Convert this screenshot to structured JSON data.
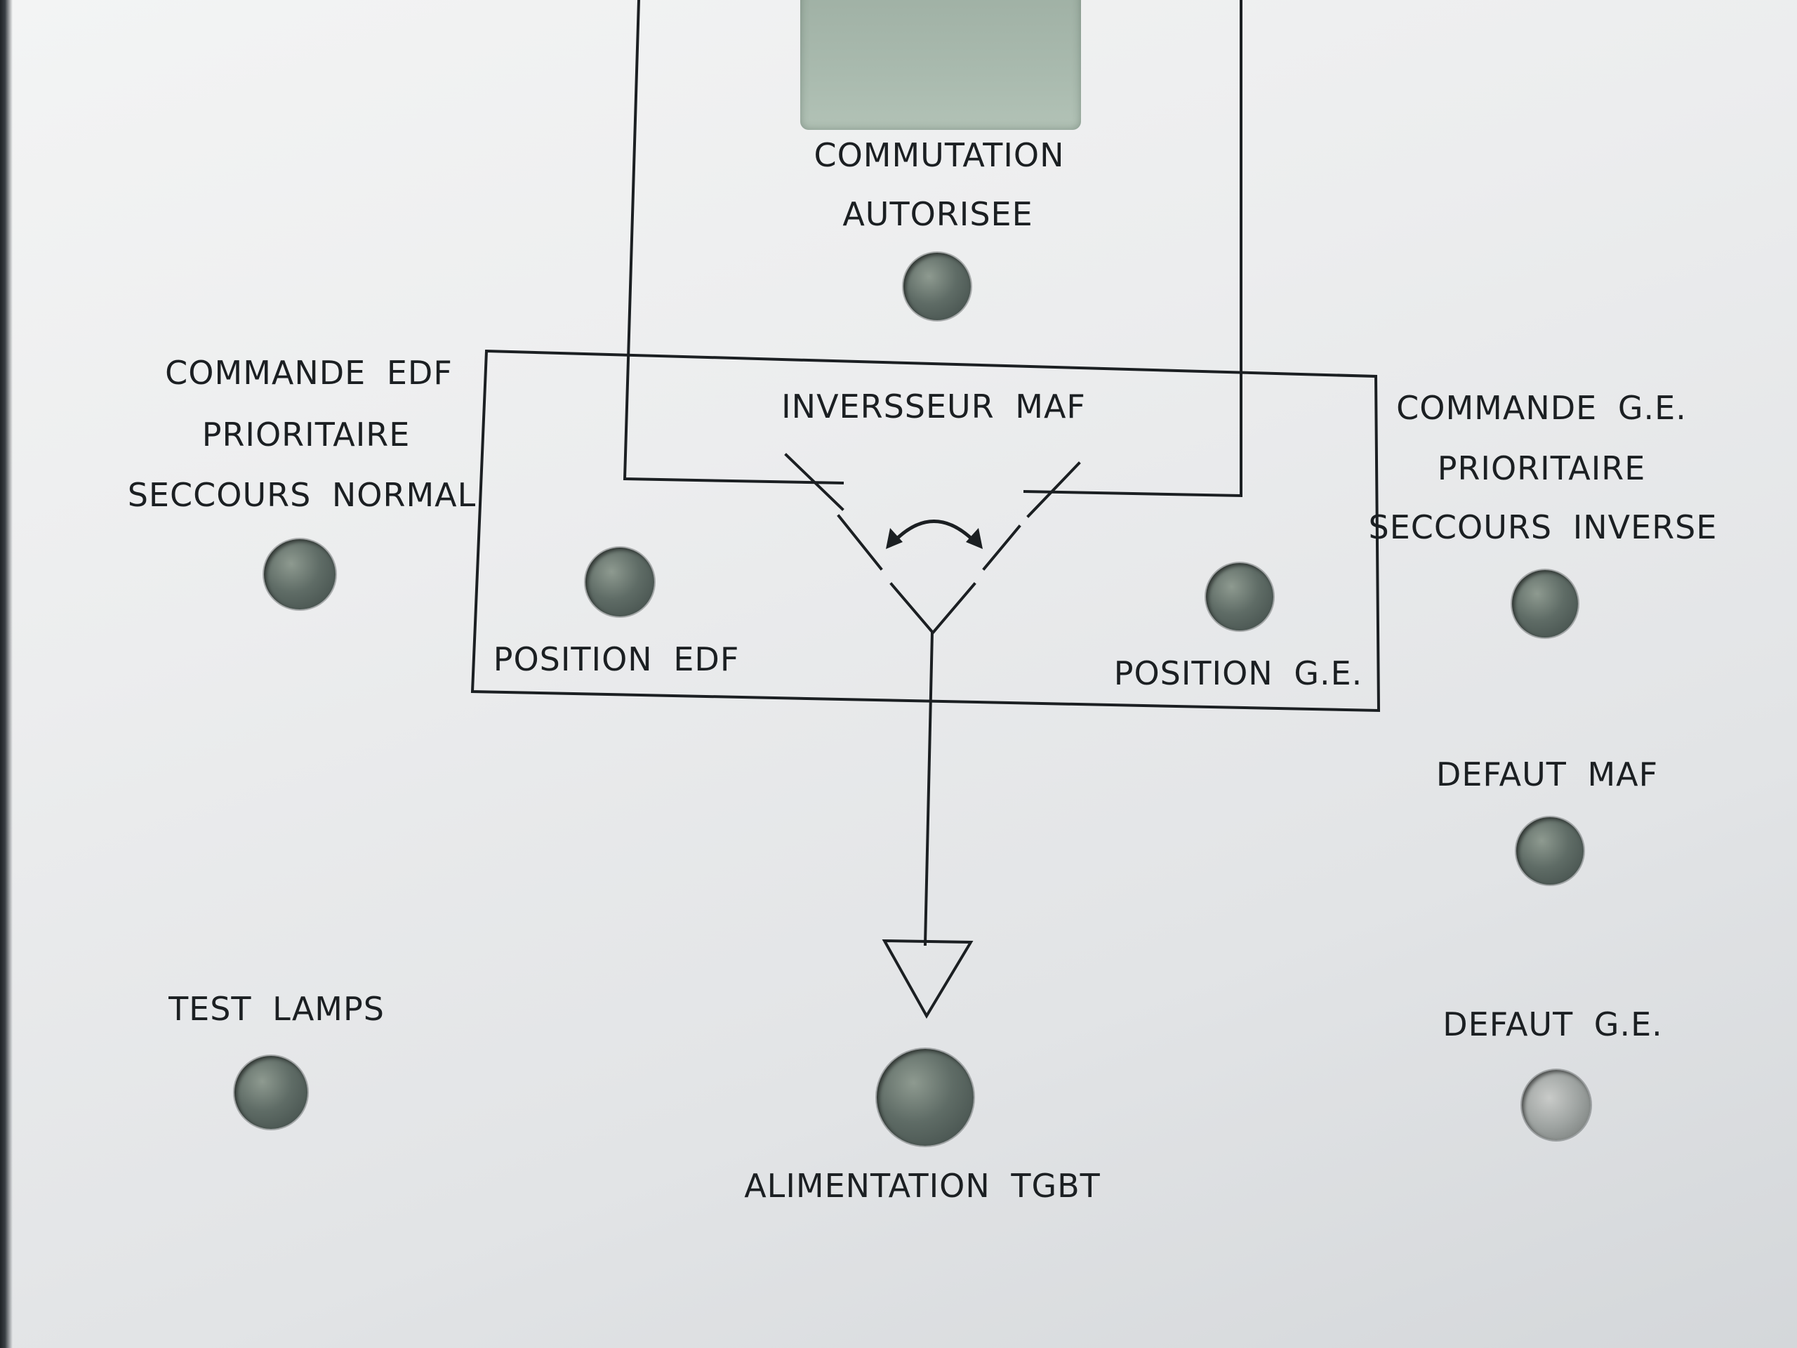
{
  "labels": {
    "commutation_line1": "COMMUTATION",
    "commutation_line2": "AUTORISEE",
    "commande_edf_line1": "COMMANDE EDF",
    "commande_edf_line2": "PRIORITAIRE",
    "commande_edf_line3": "SECCOURS NORMAL",
    "inversseur": "INVERSSEUR MAF",
    "commande_ge_line1": "COMMANDE G.E.",
    "commande_ge_line2": "PRIORITAIRE",
    "commande_ge_line3": "SECCOURS INVERSE",
    "position_edf": "POSITION EDF",
    "position_ge": "POSITION G.E.",
    "defaut_maf": "DEFAUT MAF",
    "test_lamps": "TEST LAMPS",
    "defaut_ge": "DEFAUT G.E.",
    "alimentation": "ALIMENTATION TGBT"
  },
  "colors": {
    "panel": "#ecedee",
    "ink": "#1b1f22",
    "lamp": "#5f6c66",
    "lcd": "#a9baae"
  },
  "icons": {
    "switch_arrow": "curved-double-arrow-icon",
    "output": "triangle-down-icon"
  }
}
